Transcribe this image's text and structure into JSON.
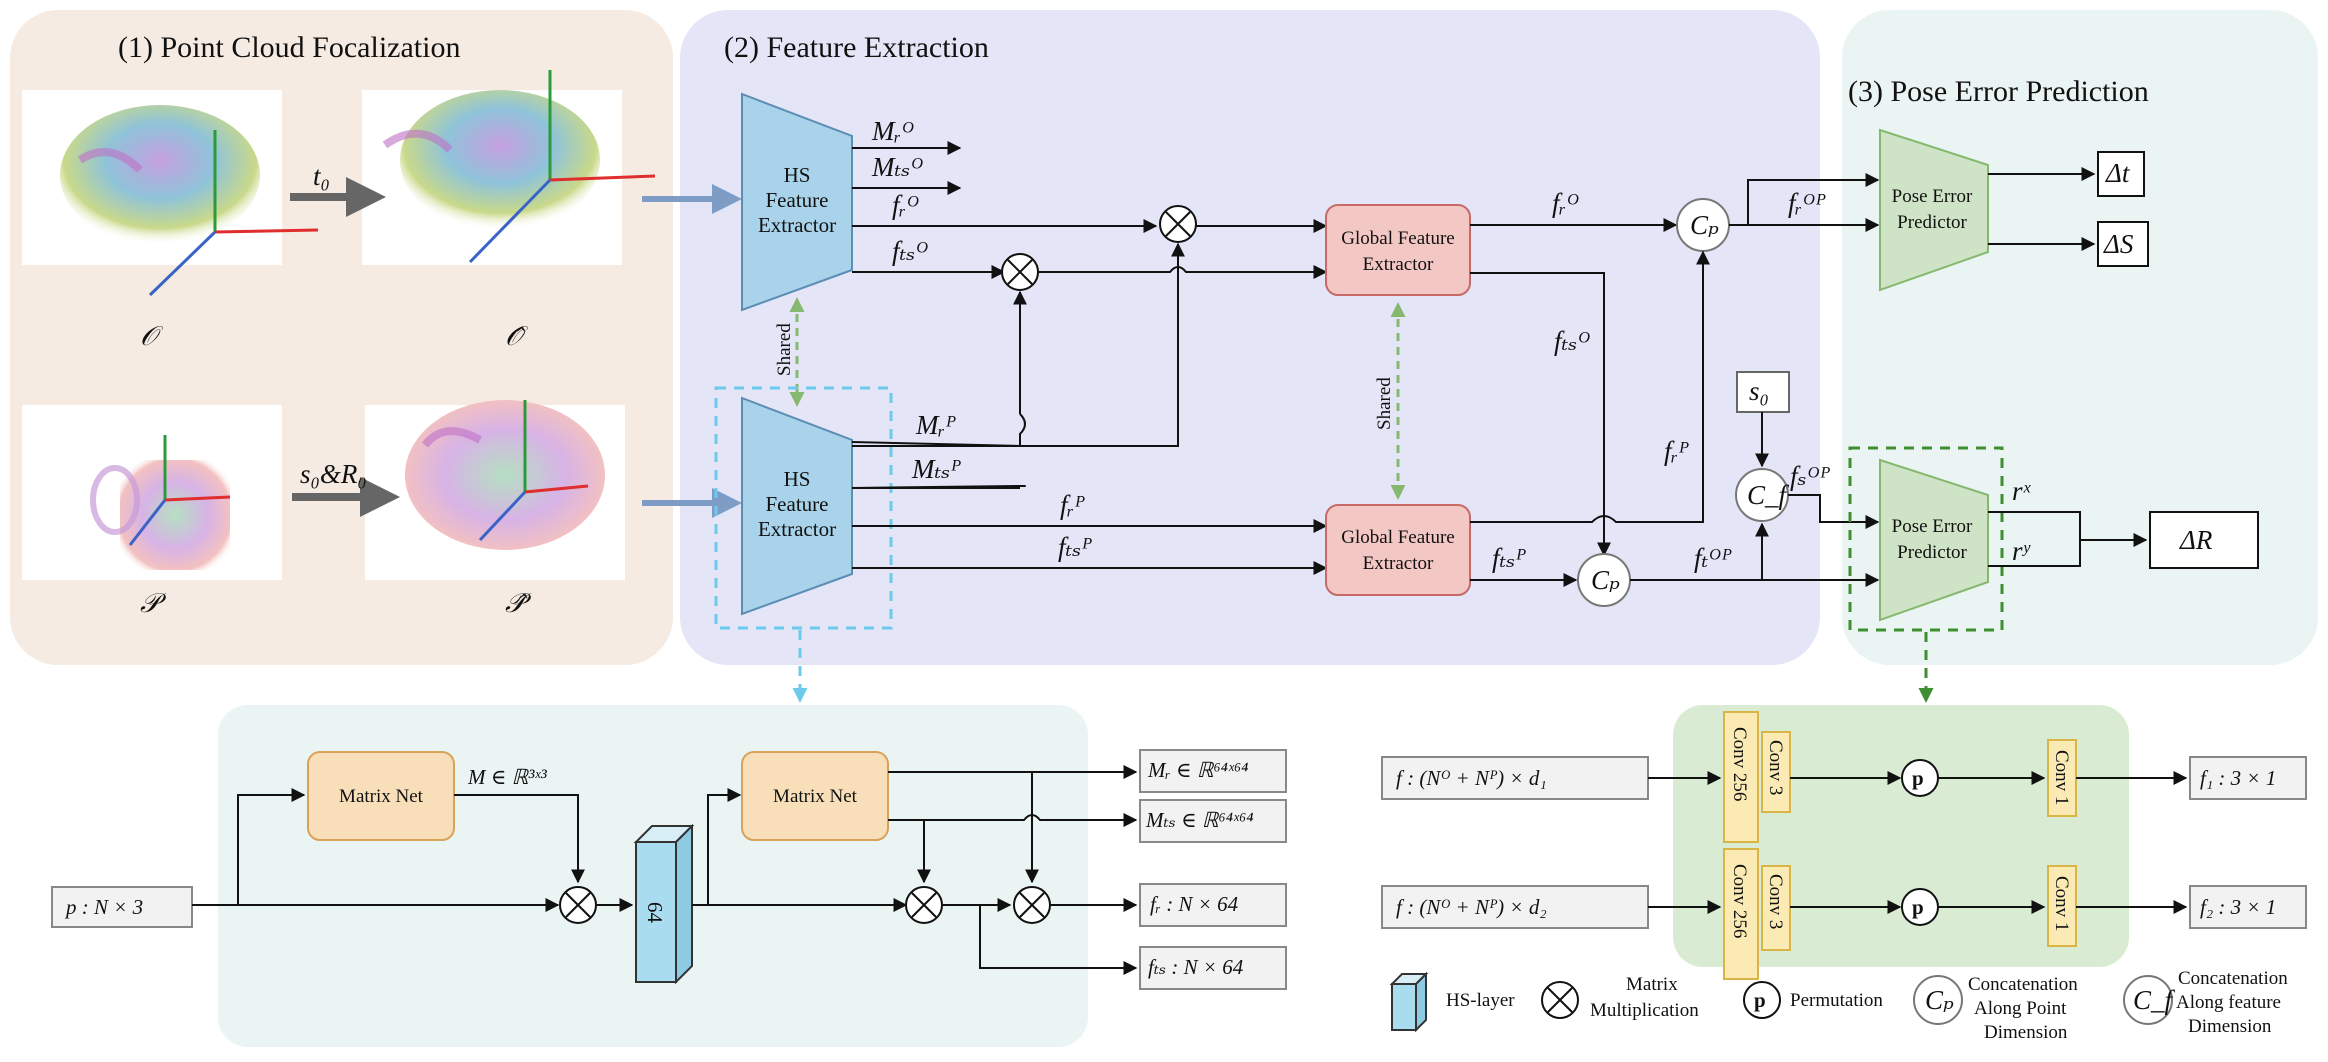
{
  "sections": {
    "focalization": "(1) Point Cloud Focalization",
    "feature_extraction": "(2) Feature Extraction",
    "pose_error": "(3) Pose Error Prediction"
  },
  "focalization": {
    "arrow_top_label": "t₀",
    "arrow_bottom_label": "s₀&R₀",
    "label_O": "𝒪",
    "label_O_hat": "𝒪̂",
    "label_P": "𝒫",
    "label_P_hat": "𝒫̂"
  },
  "feature": {
    "hs_extractor_label": [
      "HS",
      "Feature",
      "Extractor"
    ],
    "global_extractor_label": [
      "Global Feature",
      "Extractor"
    ],
    "shared_label": "Shared",
    "top_outputs": [
      "Mᵣᴼ",
      "Mₜₛᴼ",
      "fᵣᴼ",
      "fₜₛᴼ"
    ],
    "bottom_outputs": [
      "Mᵣᴾ",
      "Mₜₛᴾ",
      "fᵣᴾ",
      "fₜₛᴾ"
    ],
    "global_top_out": "fᵣᴼ",
    "global_top_out_ts": "fₜₛᴼ",
    "global_bottom_out_r": "fᵣᴾ",
    "global_bottom_out_ts": "fₜₛᴾ",
    "cp_label": "Cₚ",
    "cf_label": "C_f",
    "s0_label": "s₀",
    "fr_op": "fᵣᴼᴾ",
    "fs_op": "fₛᴼᴾ",
    "ft_op": "fₜᴼᴾ"
  },
  "pose": {
    "predictor_label": [
      "Pose Error",
      "Predictor"
    ],
    "delta_t": "Δt",
    "delta_s": "ΔS",
    "delta_r": "ΔR",
    "rx": "rˣ",
    "ry": "rʸ"
  },
  "hs_detail": {
    "input": "p : N × 3",
    "matrix_net": "Matrix Net",
    "m_label": "M ∈ ℝ³ˣ³",
    "hs_layer": "64",
    "out_mr": "Mᵣ ∈ ℝ⁶⁴ˣ⁶⁴",
    "out_mts": "Mₜₛ ∈ ℝ⁶⁴ˣ⁶⁴",
    "out_fr": "fᵣ : N × 64",
    "out_fts": "fₜₛ : N × 64"
  },
  "pred_detail": {
    "in1": "f : (Nᴼ + Nᴾ) × d₁",
    "in2": "f : (Nᴼ + Nᴾ) × d₂",
    "conv256": "Conv 256",
    "conv3": "Conv 3",
    "conv1": "Conv 1",
    "perm": "p",
    "out1": "f₁ : 3 × 1",
    "out2": "f₂ : 3 × 1"
  },
  "legend": {
    "hs_layer": "HS-layer",
    "matmul": [
      "Matrix",
      "Multiplication"
    ],
    "perm": "Permutation",
    "cp": [
      "Concatenation",
      "Along Point",
      "Dimension"
    ],
    "cf": [
      "Concatenation",
      "Along feature",
      "Dimension"
    ]
  },
  "colors": {
    "focal_bg": "#f5ebe2",
    "feature_bg": "#e4e6f8",
    "pose_bg": "#eaf4f3",
    "hs_fill": "#a9d3ea",
    "global_fill": "#f3c7c4",
    "predictor_fill": "#cfe4c6",
    "matrix_net_fill": "#f9dfb9",
    "conv_fill": "#fbeab4",
    "arrow_blue": "#7d9cc6",
    "shared_green": "#86b86f",
    "dash_blue": "#6ccbea",
    "dash_green": "#3f8e31"
  }
}
